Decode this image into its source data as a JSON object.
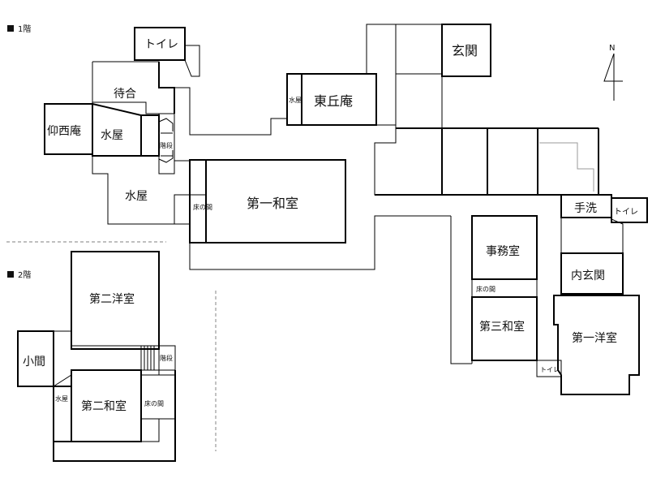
{
  "floor1": {
    "label": "1階",
    "rooms": {
      "toilet_nw": "トイレ",
      "machiai": "待合",
      "gyoseian": "仰西庵",
      "mizuya1": "水屋",
      "kaidan1": "階段",
      "mizuya2": "水屋",
      "tokonoma1": "床の間",
      "daiichi_washitsu": "第一和室",
      "mizuya_small": "水屋",
      "tokyuan": "東丘庵",
      "genkan": "玄関",
      "temizu": "手洗",
      "toilet_e": "トイレ",
      "jimushitsu": "事務室",
      "tokonoma3": "床の間",
      "daisan_washitsu": "第三和室",
      "uchigenkan": "内玄関",
      "daiichi_yoshitsu": "第一洋室",
      "toilet_small": "トイレ"
    }
  },
  "floor2": {
    "label": "2階",
    "rooms": {
      "daini_yoshitsu": "第二洋室",
      "shoma": "小間",
      "kaidan2": "階段",
      "mizuya": "水屋",
      "daini_washitsu": "第二和室",
      "tokonoma2": "床の間"
    }
  },
  "compass": "N"
}
